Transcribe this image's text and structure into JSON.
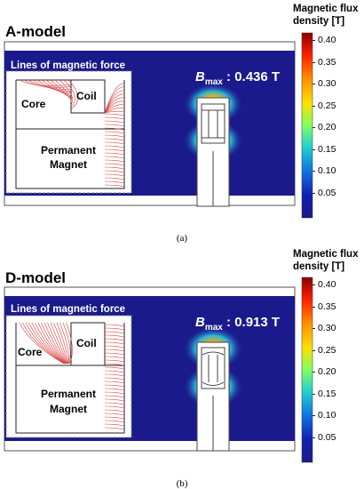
{
  "panels": [
    {
      "model_title": "A-model",
      "colorbar_title_line1": "Magnetic flux",
      "colorbar_title_line2": "density [T]",
      "lines_title": "Lines of magnetic force",
      "label_core": "Core",
      "label_coil": "Coil",
      "label_magnet_line1": "Permanent",
      "label_magnet_line2": "Magnet",
      "bmax_symbol": "B",
      "bmax_sub": "max",
      "bmax_value": ": 0.436 T",
      "caption": "(a)"
    },
    {
      "model_title": "D-model",
      "colorbar_title_line1": "Magnetic flux",
      "colorbar_title_line2": "density [T]",
      "lines_title": "Lines of magnetic force",
      "label_core": "Core",
      "label_coil": "Coil",
      "label_magnet_line1": "Permanent",
      "label_magnet_line2": "Magnet",
      "bmax_symbol": "B",
      "bmax_sub": "max",
      "bmax_value": ": 0.913 T",
      "caption": "(b)"
    }
  ],
  "colorbar": {
    "ticks": [
      "0.40",
      "0.35",
      "0.30",
      "0.25",
      "0.20",
      "0.15",
      "0.10",
      "0.05"
    ],
    "colors": [
      "#8b0000",
      "#ff2000",
      "#ff9000",
      "#ffe000",
      "#80ff60",
      "#20d0d0",
      "#1070e0",
      "#1020b0",
      "#1a1a8c"
    ]
  }
}
